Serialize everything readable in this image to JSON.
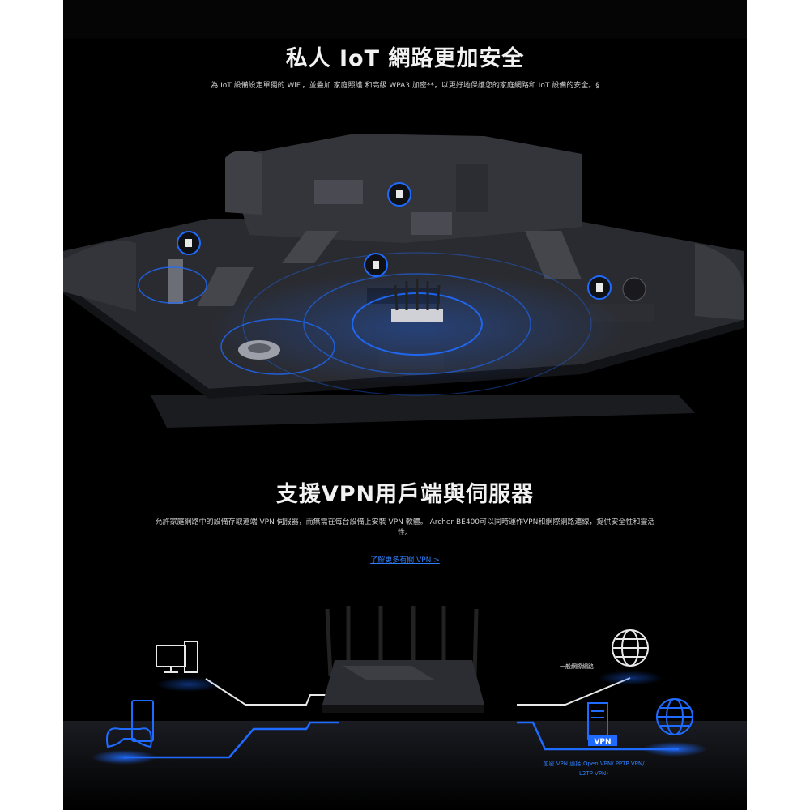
{
  "iot_section": {
    "title": "私人 IoT 網路更加安全",
    "description": "為 IoT 設備設定單獨的 WiFi，並疊加 家庭照護 和高級 WPA3 加密**，以更好地保護您的家庭網路和 IoT 設備的安全。§"
  },
  "vpn_section": {
    "title": "支援VPN用戶端與伺服器",
    "description_line1": "允許家庭網路中的設備存取遠端 VPN 伺服器，而無需在每台設備上安裝 VPN 軟體。 Archer BE400可以同時運作VPN和網際網路連線，提供安全性和靈活",
    "description_line2": "性。",
    "learn_more_link": "了解更多有關 VPN >"
  },
  "diagram": {
    "normal_internet_label": "一般網際網路",
    "vpn_badge": "VPN",
    "vpn_connection_label_line1": "加密 VPN 連接(Open VPN/ PPTP VPN/",
    "vpn_connection_label_line2": "L2TP VPN)",
    "colors": {
      "accent_blue": "#1f6bff",
      "line_white": "#e8e8e8",
      "house_gray": "#3a3b40"
    }
  }
}
